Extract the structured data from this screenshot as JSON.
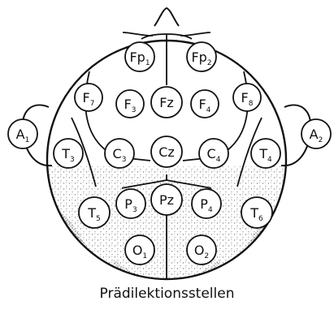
{
  "electrodes": [
    {
      "base": "Fp",
      "sub": "1"
    },
    {
      "base": "Fp",
      "sub": "2"
    },
    {
      "base": "F",
      "sub": "7"
    },
    {
      "base": "F",
      "sub": "3"
    },
    {
      "base": "Fz",
      "sub": ""
    },
    {
      "base": "F",
      "sub": "4"
    },
    {
      "base": "F",
      "sub": "8"
    },
    {
      "base": "A",
      "sub": "1"
    },
    {
      "base": "T",
      "sub": "3"
    },
    {
      "base": "C",
      "sub": "3"
    },
    {
      "base": "Cz",
      "sub": ""
    },
    {
      "base": "C",
      "sub": "4"
    },
    {
      "base": "T",
      "sub": "4"
    },
    {
      "base": "A",
      "sub": "2"
    },
    {
      "base": "T",
      "sub": "5"
    },
    {
      "base": "P",
      "sub": "3"
    },
    {
      "base": "Pz",
      "sub": ""
    },
    {
      "base": "P",
      "sub": "4"
    },
    {
      "base": "T",
      "sub": "6"
    },
    {
      "base": "O",
      "sub": "1"
    },
    {
      "base": "O",
      "sub": "2"
    }
  ],
  "caption": "Prädilektionsstellen"
}
